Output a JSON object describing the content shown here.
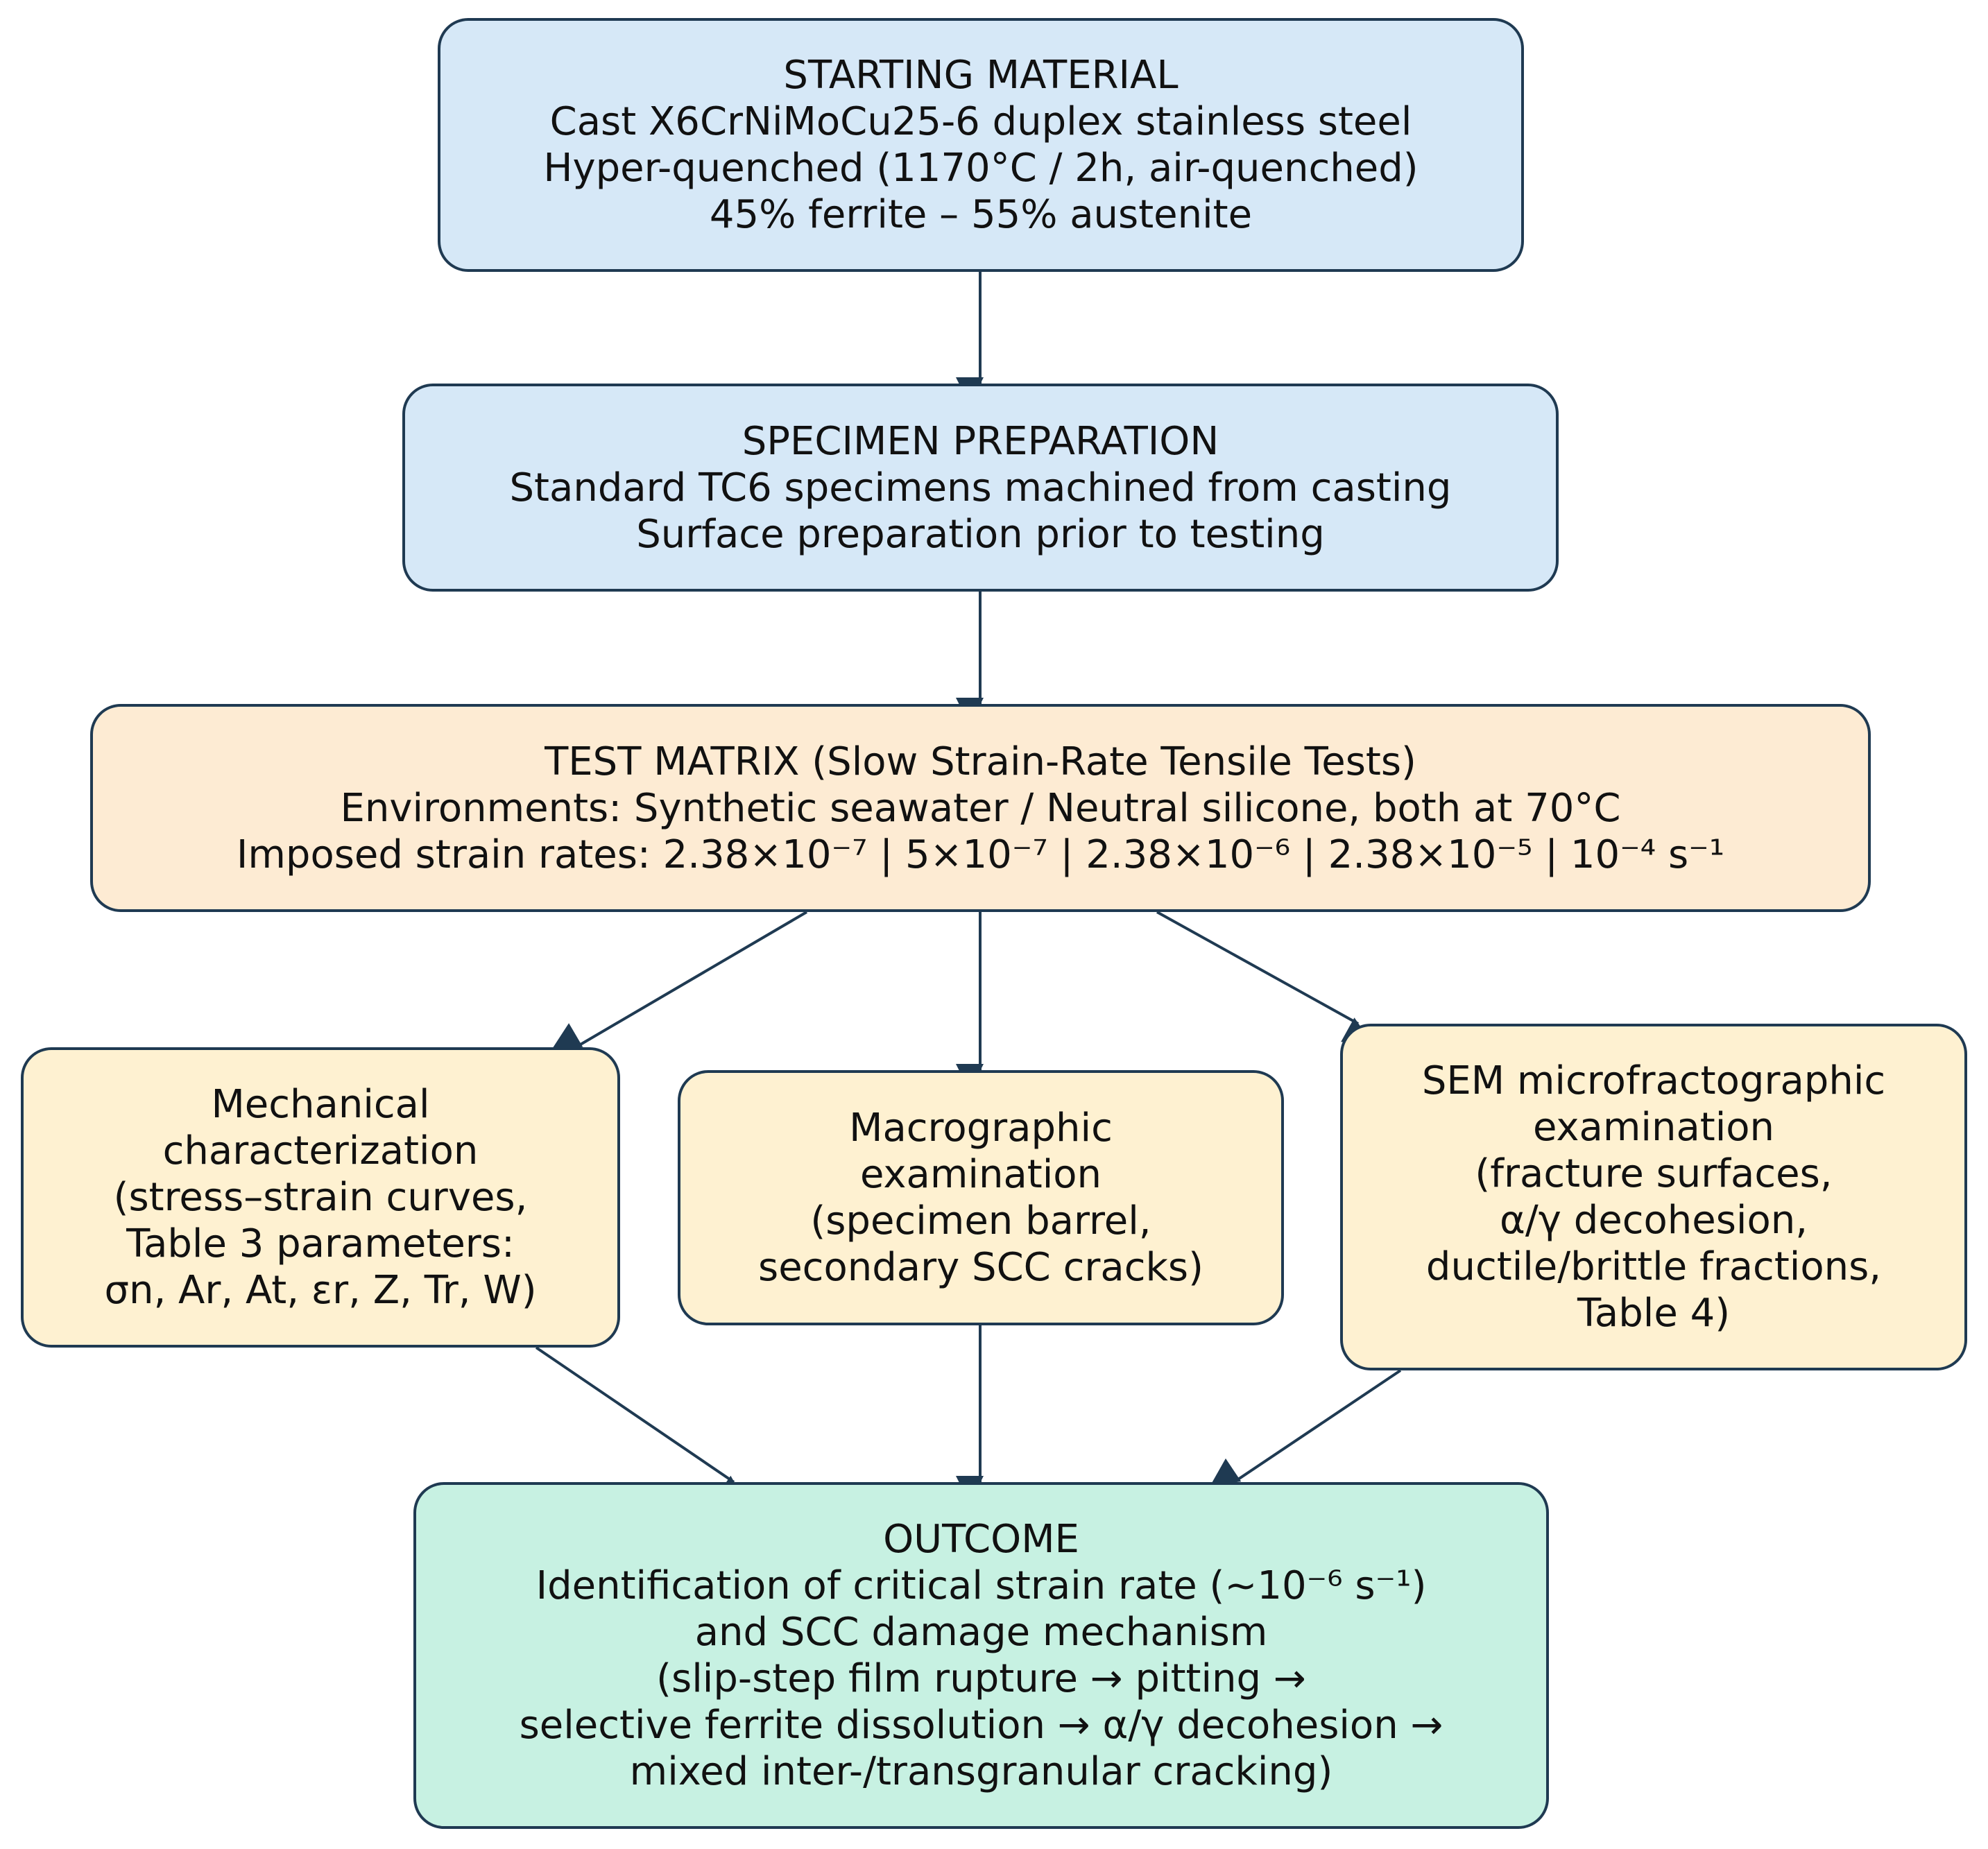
{
  "colors": {
    "stroke": "#1f3a52",
    "start_fill": "#d6e8f7",
    "matrix_fill": "#fdebd3",
    "analysis_fill": "#fef1d1",
    "outcome_fill": "#c7f1e2"
  },
  "nodes": {
    "starting_material": {
      "lines": [
        "STARTING MATERIAL",
        "Cast X6CrNiMoCu25-6 duplex stainless steel",
        "Hyper-quenched (1170°C / 2h, air-quenched)",
        "45% ferrite – 55% austenite"
      ]
    },
    "specimen_preparation": {
      "lines": [
        "SPECIMEN PREPARATION",
        "Standard TC6 specimens machined from casting",
        "Surface preparation prior to testing"
      ]
    },
    "test_matrix": {
      "lines": [
        "TEST MATRIX (Slow Strain-Rate Tensile Tests)",
        "Environments: Synthetic seawater / Neutral silicone, both at 70°C",
        "Imposed strain rates: 2.38×10⁻⁷ | 5×10⁻⁷ | 2.38×10⁻⁶ | 2.38×10⁻⁵ | 10⁻⁴ s⁻¹"
      ]
    },
    "mechanical": {
      "lines": [
        "Mechanical",
        "characterization",
        "(stress–strain curves,",
        "Table 3 parameters:",
        "σn, Ar, At, εr, Z, Tr, W)"
      ]
    },
    "macrographic": {
      "lines": [
        "Macrographic",
        "examination",
        "(specimen barrel,",
        "secondary SCC cracks)"
      ]
    },
    "sem": {
      "lines": [
        "SEM microfractographic",
        "examination",
        "(fracture surfaces,",
        "α/γ decohesion,",
        "ductile/brittle fractions,",
        "Table 4)"
      ]
    },
    "outcome": {
      "lines": [
        "OUTCOME",
        "Identification of critical strain rate (~10⁻⁶ s⁻¹)",
        "and SCC damage mechanism",
        "(slip-step film rupture → pitting →",
        "selective ferrite dissolution → α/γ decohesion →",
        "mixed inter-/transgranular cracking)"
      ]
    }
  },
  "edges": [
    {
      "from": "starting_material",
      "to": "specimen_preparation"
    },
    {
      "from": "specimen_preparation",
      "to": "test_matrix"
    },
    {
      "from": "test_matrix",
      "to": "mechanical"
    },
    {
      "from": "test_matrix",
      "to": "macrographic"
    },
    {
      "from": "test_matrix",
      "to": "sem"
    },
    {
      "from": "mechanical",
      "to": "outcome"
    },
    {
      "from": "macrographic",
      "to": "outcome"
    },
    {
      "from": "sem",
      "to": "outcome"
    }
  ]
}
